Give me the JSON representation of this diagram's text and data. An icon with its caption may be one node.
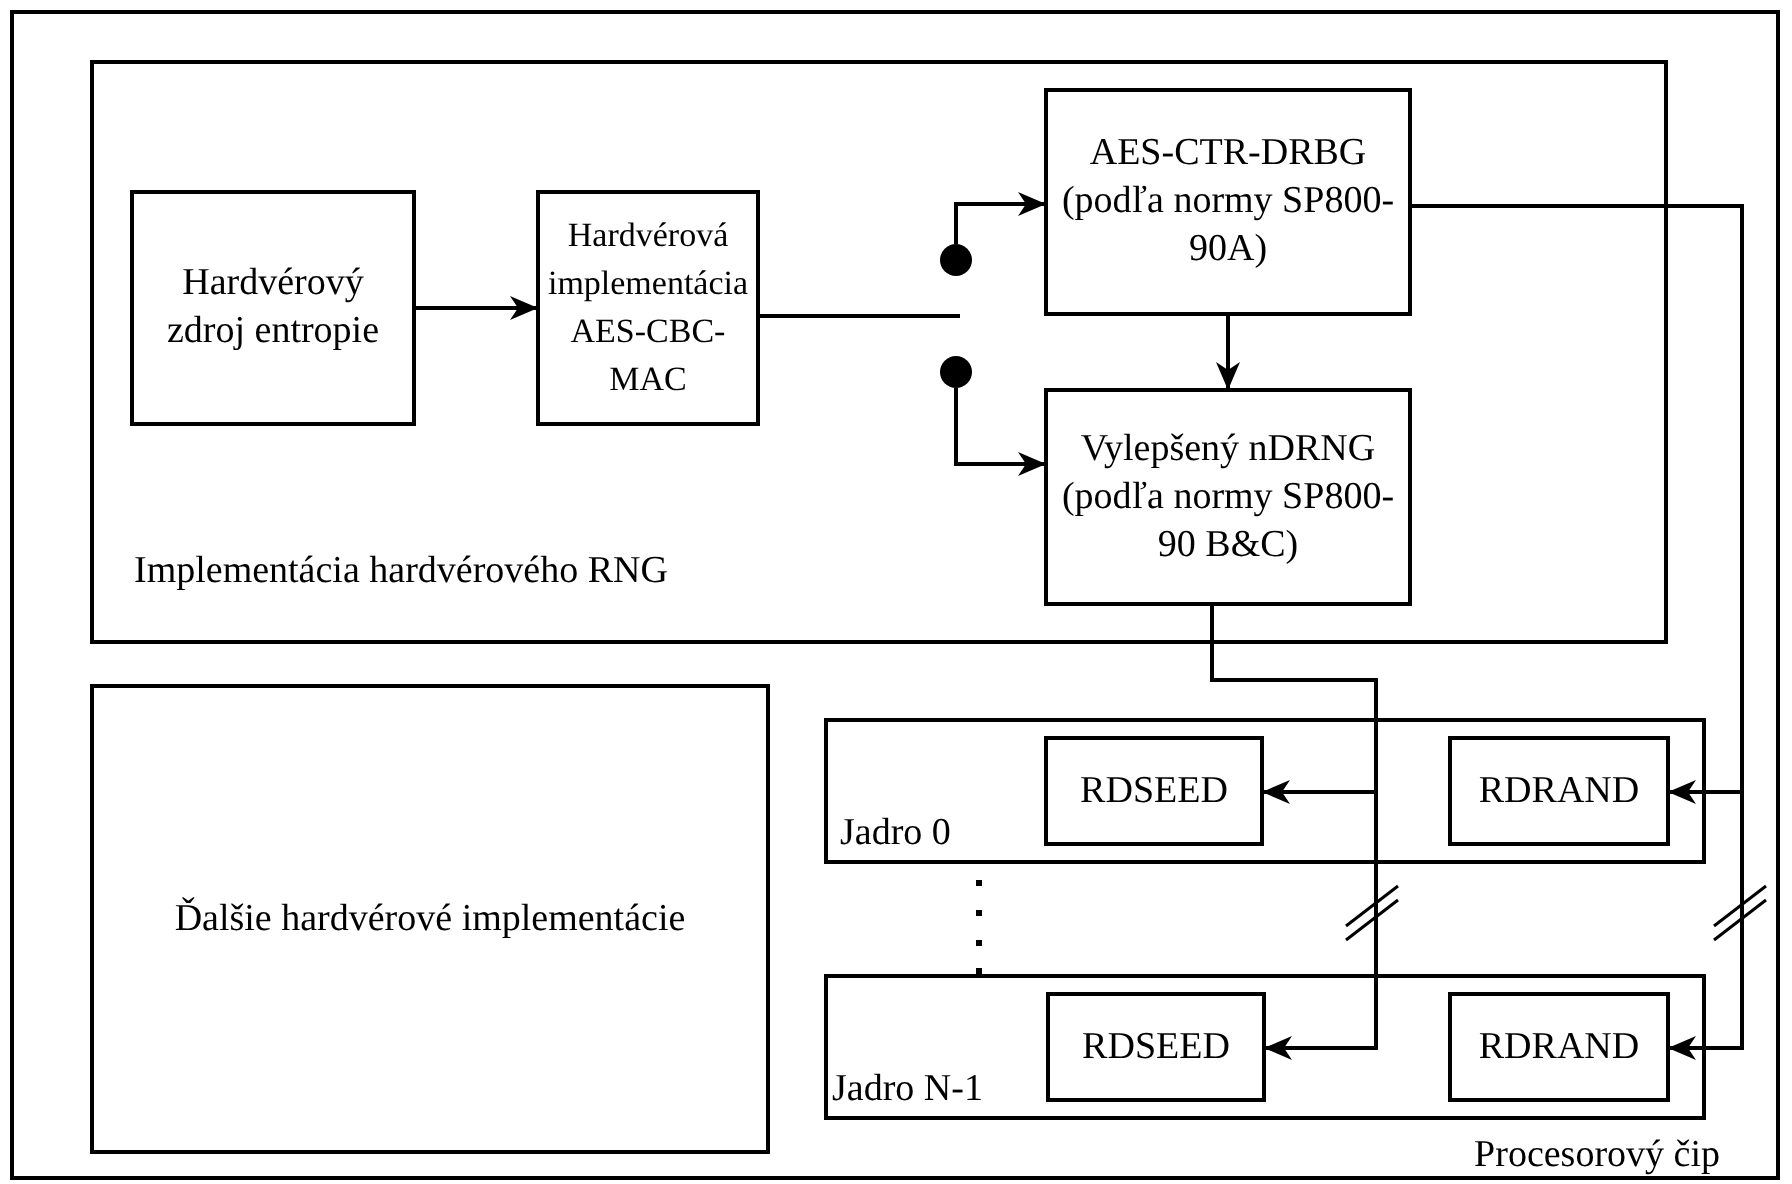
{
  "diagram": {
    "nodes": [
      {
        "text": [
          "Procesorový čip"
        ]
      },
      {
        "text": [
          "Implementácia hardvérového RNG"
        ],
        "in": 0
      },
      {
        "text": [
          "Hardvérový zdroj entropie"
        ],
        "in": 1
      },
      {
        "text": [
          "Hardvérová implementácia AES-CBC-MAC"
        ],
        "in": 1
      },
      {
        "text": [
          "AES-CTR-DRBG (podľa normy SP800-90A)"
        ],
        "in": 1
      },
      {
        "text": [
          "Vylepšený nDRNG (podľa normy SP800-90 B&C)"
        ],
        "in": 1
      },
      {
        "text": [
          "Ďalšie hardvérové implementácie"
        ],
        "in": 0
      },
      {
        "text": [
          "Jadro 0"
        ],
        "in": 0
      },
      {
        "text": [
          "RDSEED"
        ],
        "in": 7
      },
      {
        "text": [
          "RDRAND"
        ],
        "in": 7
      },
      {
        "text": [
          "Jadro N-1"
        ],
        "in": 0
      },
      {
        "text": [
          "RDSEED"
        ],
        "in": 10
      },
      {
        "text": [
          "RDRAND"
        ],
        "in": 10
      },
      {
        "text": [],
        "shape": "circle",
        "in": 1
      },
      {
        "text": [],
        "shape": "circle",
        "in": 1
      }
    ],
    "edges": [
      {
        "from": 2,
        "to": 3,
        "arrow": "to"
      },
      {
        "from": 13,
        "to": 4,
        "arrow": "to"
      },
      {
        "from": 14,
        "to": 5,
        "arrow": "to"
      },
      {
        "from": 4,
        "to": 5,
        "arrow": "to"
      },
      {
        "from": 4,
        "to": 9,
        "arrow": "to"
      },
      {
        "from": 4,
        "to": 12,
        "arrow": "to"
      },
      {
        "from": 5,
        "to": 8,
        "arrow": "to"
      },
      {
        "from": 5,
        "to": 11,
        "arrow": "to"
      },
      {
        "from": 3,
        "to": null,
        "arrow": "none"
      }
    ]
  }
}
